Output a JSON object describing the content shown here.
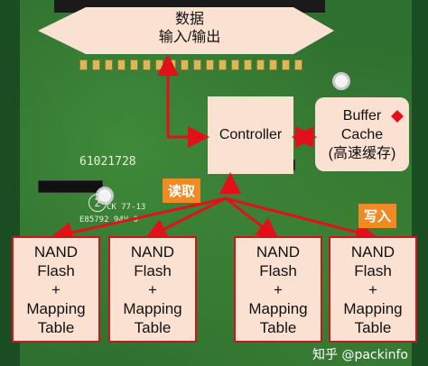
{
  "connector": {
    "line1": "数据",
    "line2": "输入/输出"
  },
  "controller": {
    "label": "Controller"
  },
  "buffer": {
    "line1": "Buffer",
    "line2": "Cache",
    "line3": "(高速缓存)"
  },
  "read_tag": "读取",
  "write_tag": "写入",
  "nand_blocks": [
    {
      "l1": "NAND",
      "l2": "Flash",
      "l3": "+",
      "l4": "Mapping",
      "l5": "Table"
    },
    {
      "l1": "NAND",
      "l2": "Flash",
      "l3": "+",
      "l4": "Mapping",
      "l5": "Table"
    },
    {
      "l1": "NAND",
      "l2": "Flash",
      "l3": "+",
      "l4": "Mapping",
      "l5": "Table"
    },
    {
      "l1": "NAND",
      "l2": "Flash",
      "l3": "+",
      "l4": "Mapping",
      "l5": "Table"
    }
  ],
  "silkscreen": {
    "serial": "61021728",
    "circle_num": "2",
    "code1": "CK 77-13",
    "code2": "E85792 94V-0"
  },
  "watermark": "知乎 @packinfo",
  "colors": {
    "arrow": "#e3101a",
    "box_fill": "#fbe1d2",
    "tag": "#f08a24",
    "pcb": "#2f6f30"
  }
}
